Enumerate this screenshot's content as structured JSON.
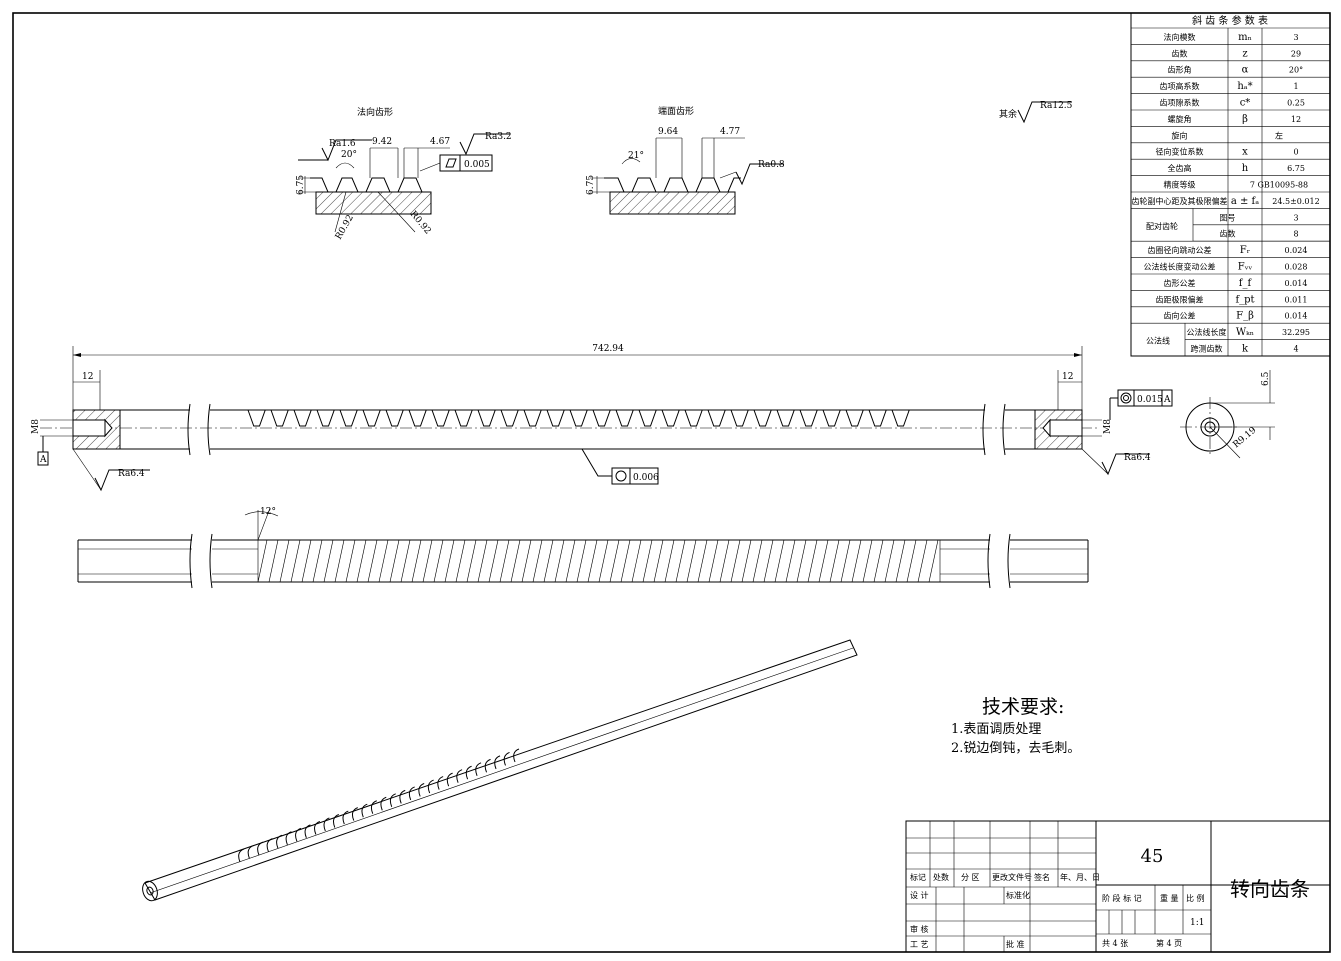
{
  "param_table": {
    "title": "斜 齿 条 参 数 表",
    "rows": [
      {
        "name": "法向模数",
        "sym": "mₙ",
        "val": "3"
      },
      {
        "name": "齿数",
        "sym": "z",
        "val": "29"
      },
      {
        "name": "齿形角",
        "sym": "α",
        "val": "20°"
      },
      {
        "name": "齿项高系数",
        "sym": "hₐ*",
        "val": "1"
      },
      {
        "name": "齿项隙系数",
        "sym": "c*",
        "val": "0.25"
      },
      {
        "name": "螺旋角",
        "sym": "β",
        "val": "12"
      },
      {
        "name": "旋向",
        "sym": "",
        "val": "左"
      },
      {
        "name": "径向变位系数",
        "sym": "x",
        "val": "0"
      },
      {
        "name": "全齿高",
        "sym": "h",
        "val": "6.75"
      },
      {
        "name": "精度等级",
        "sym": "",
        "val": "7 GB10095-88"
      },
      {
        "name": "齿轮副中心距及其极限偏差",
        "sym": "a ± fₐ",
        "val": "24.5±0.012"
      }
    ],
    "mating_label": "配对齿轮",
    "mating": [
      {
        "name": "图号",
        "val": "3"
      },
      {
        "name": "齿数",
        "val": "8"
      }
    ],
    "tolerance_rows": [
      {
        "name": "齿圈径向跳动公差",
        "sym": "Fᵣ",
        "val": "0.024"
      },
      {
        "name": "公法线长度变动公差",
        "sym": "Fᵥᵥ",
        "val": "0.028"
      },
      {
        "name": "齿形公差",
        "sym": "f_f",
        "val": "0.014"
      },
      {
        "name": "齿距极限偏差",
        "sym": "f_pt",
        "val": "0.011"
      },
      {
        "name": "齿向公差",
        "sym": "F_β",
        "val": "0.014"
      }
    ],
    "common_label": "公法线",
    "common": [
      {
        "name": "公法线长度",
        "sym": "Wₖₙ",
        "val": "32.295"
      },
      {
        "name": "跨测齿数",
        "sym": "k",
        "val": "4"
      }
    ]
  },
  "profiles": {
    "normal_title": "法向齿形",
    "end_title": "端面齿形",
    "normal": {
      "pitch": "9.42",
      "tooth": "4.67",
      "angle": "20°",
      "depth": "6.75",
      "ra_left": "Ra1.6",
      "ra_right": "Ra3.2",
      "flatness": "0.005",
      "r_left": "R0.92",
      "r_right": "R0.92"
    },
    "end": {
      "pitch": "9.64",
      "tooth": "4.77",
      "angle": "21°",
      "depth": "6.75",
      "ra": "Ra0.8"
    },
    "rest_label": "其余",
    "rest_ra": "Ra12.5"
  },
  "main_view": {
    "overall": "742.94",
    "end_left": "12",
    "end_right": "12",
    "hole_left": "M8",
    "hole_right": "M8",
    "datum": "A",
    "ra_left": "Ra6.4",
    "ra_right": "Ra6.4",
    "runout": "0.015",
    "runout_datum": "A",
    "circularity": "0.006",
    "side_dim": "6.5",
    "side_radius": "R9.19"
  },
  "top_view": {
    "helix_angle": "12°"
  },
  "tech": {
    "title": "技术要求:",
    "items": [
      "1.表面调质处理",
      "2.锐边倒钝，去毛刺。"
    ]
  },
  "title_block": {
    "material": "45",
    "name": "转向齿条",
    "scale": "1:1",
    "labels": {
      "mark": "标记",
      "count": "处数",
      "zone": "分 区",
      "doc": "更改文件号",
      "sign": "签名",
      "date": "年、月、日",
      "design": "设 计",
      "std": "标准化",
      "stage": "阶 段 标 记",
      "weight": "重 量",
      "ratio": "比 例",
      "check": "审 核",
      "process": "工 艺",
      "approve": "批 准",
      "sheets": "共 4 张",
      "sheet": "第 4 页"
    }
  }
}
